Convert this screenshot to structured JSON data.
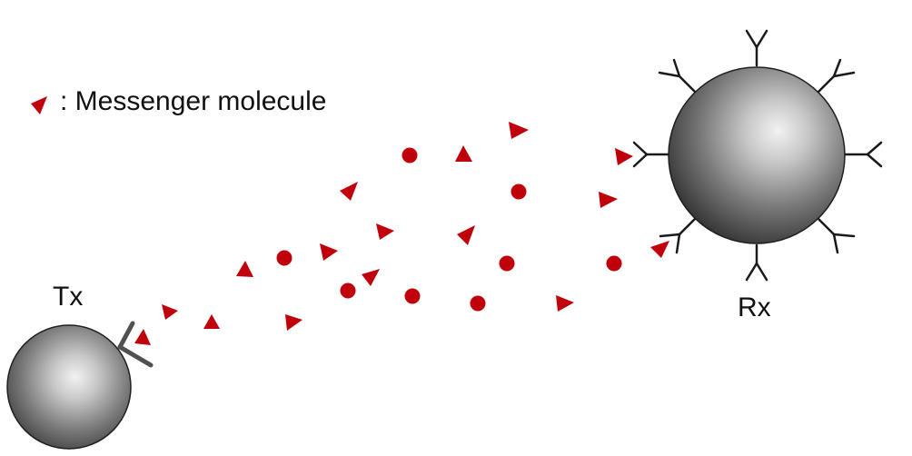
{
  "legend": {
    "text": ": Messenger molecule",
    "icon": "red-triangle"
  },
  "transmitter": {
    "label": "Tx"
  },
  "receiver": {
    "label": "Rx"
  },
  "colors": {
    "molecule": "#c0000b",
    "sphere_dark": "#2a2a2a",
    "sphere_light": "#e8e8e8",
    "receptor": "#1a1a1a",
    "emitter": "#505050"
  }
}
